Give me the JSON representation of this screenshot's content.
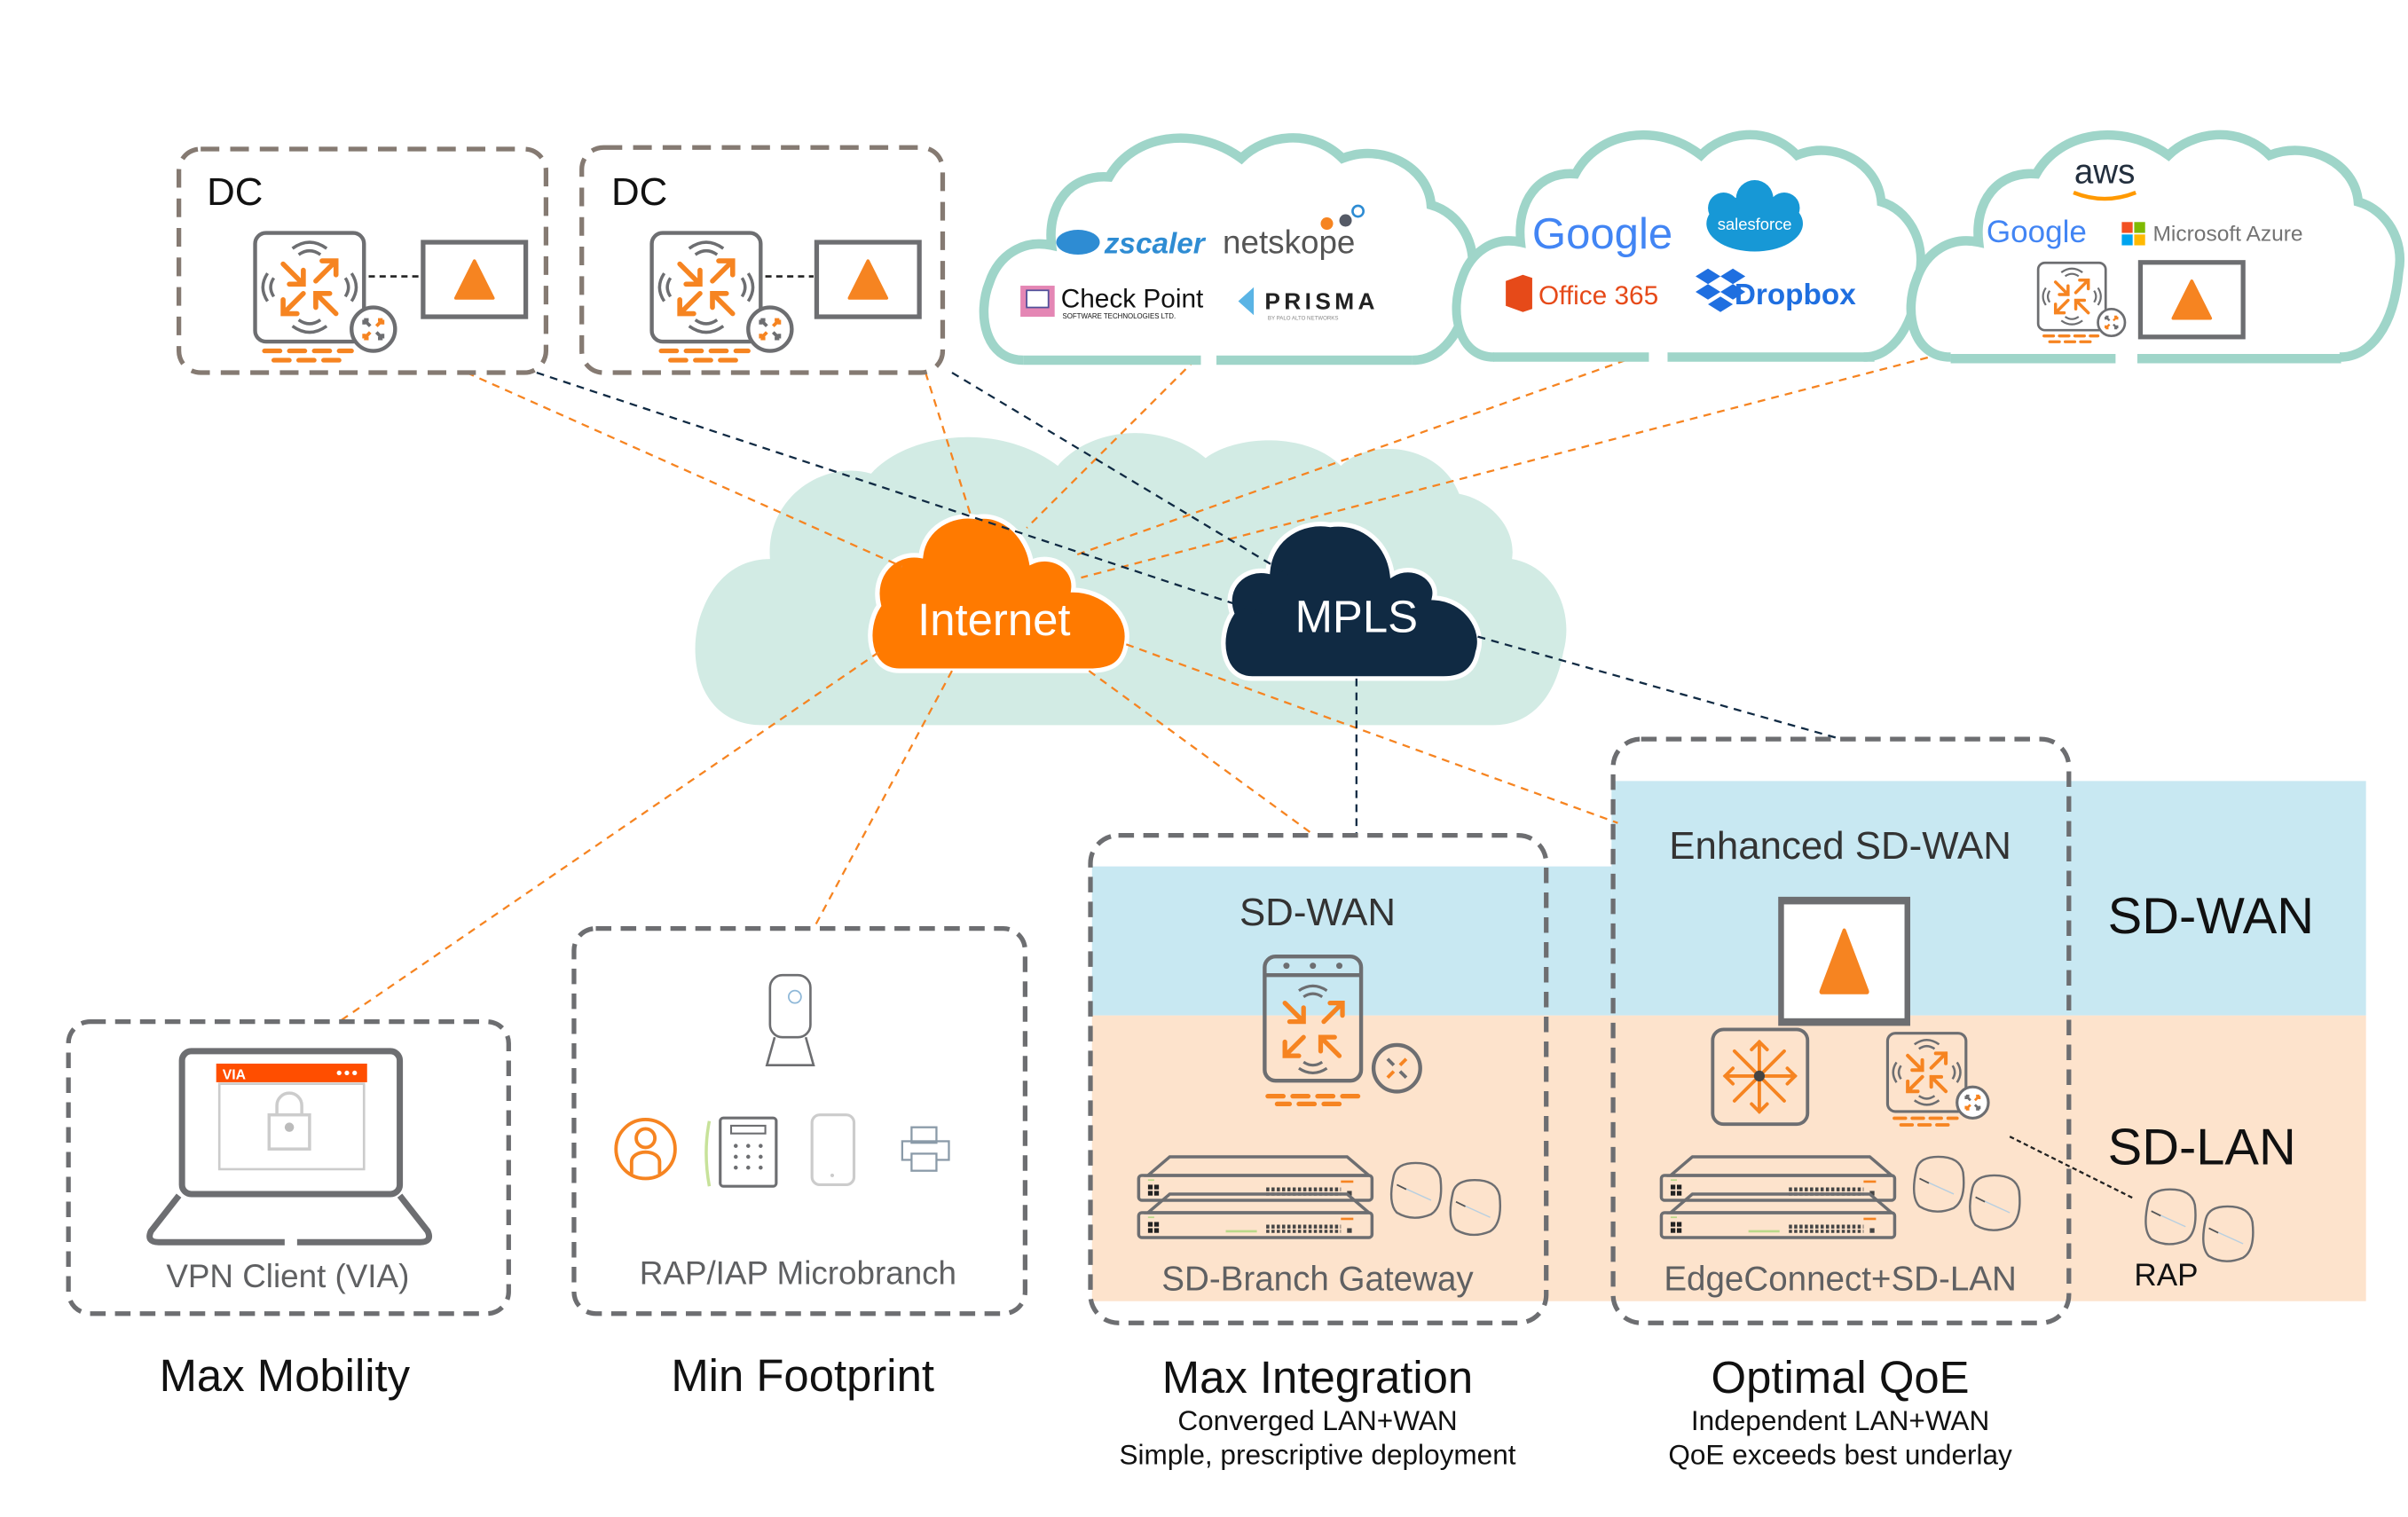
{
  "colors": {
    "orange": "#f68421",
    "internet_orange": "#ff7a00",
    "mpls_navy": "#102a43",
    "cloud_teal": "#9fd5c9",
    "cloud_fill_light": "#d2ebe4",
    "sdwan_band": "#c8e8f2",
    "sdlan_band": "#fde3cc",
    "dash_grey": "#6d6e71",
    "dc_dash": "#857a72"
  },
  "datacenters": [
    {
      "label": "DC",
      "icons": [
        "gateway-icon",
        "edgeconnect-appliance-icon"
      ]
    },
    {
      "label": "DC",
      "icons": [
        "gateway-icon",
        "edgeconnect-appliance-icon"
      ]
    }
  ],
  "cloud_services": [
    {
      "name": "security-cloud",
      "logos": [
        "zscaler",
        "netskope",
        "Check Point",
        "PRISMA"
      ],
      "checkpoint_subtext": "SOFTWARE TECHNOLOGIES LTD.",
      "prisma_subtext": "BY PALO ALTO NETWORKS"
    },
    {
      "name": "saas-cloud",
      "logos": [
        "Google",
        "salesforce",
        "Office 365",
        "Dropbox"
      ]
    },
    {
      "name": "iaas-cloud",
      "logos": [
        "aws",
        "Google",
        "Microsoft Azure"
      ],
      "icons": [
        "gateway-icon",
        "edgeconnect-appliance-icon"
      ]
    }
  ],
  "transport": {
    "internet_label": "Internet",
    "mpls_label": "MPLS"
  },
  "sites": [
    {
      "box_label": "VPN Client (VIA)",
      "title": "Max Mobility",
      "subtitle": [],
      "screen_badge": "VIA"
    },
    {
      "box_label": "RAP/IAP Microbranch",
      "title": "Min Footprint",
      "subtitle": []
    },
    {
      "box_label": "SD-Branch Gateway",
      "header": "SD-WAN",
      "title": "Max Integration",
      "subtitle": [
        "Converged LAN+WAN",
        "Simple, prescriptive deployment"
      ]
    },
    {
      "box_label": "EdgeConnect+SD-LAN",
      "header": "Enhanced SD-WAN",
      "title": "Optimal QoE",
      "subtitle": [
        "Independent LAN+WAN",
        "QoE exceeds best underlay"
      ]
    }
  ],
  "bands": {
    "sdwan_label": "SD-WAN",
    "sdlan_label": "SD-LAN",
    "rap_label": "RAP"
  }
}
